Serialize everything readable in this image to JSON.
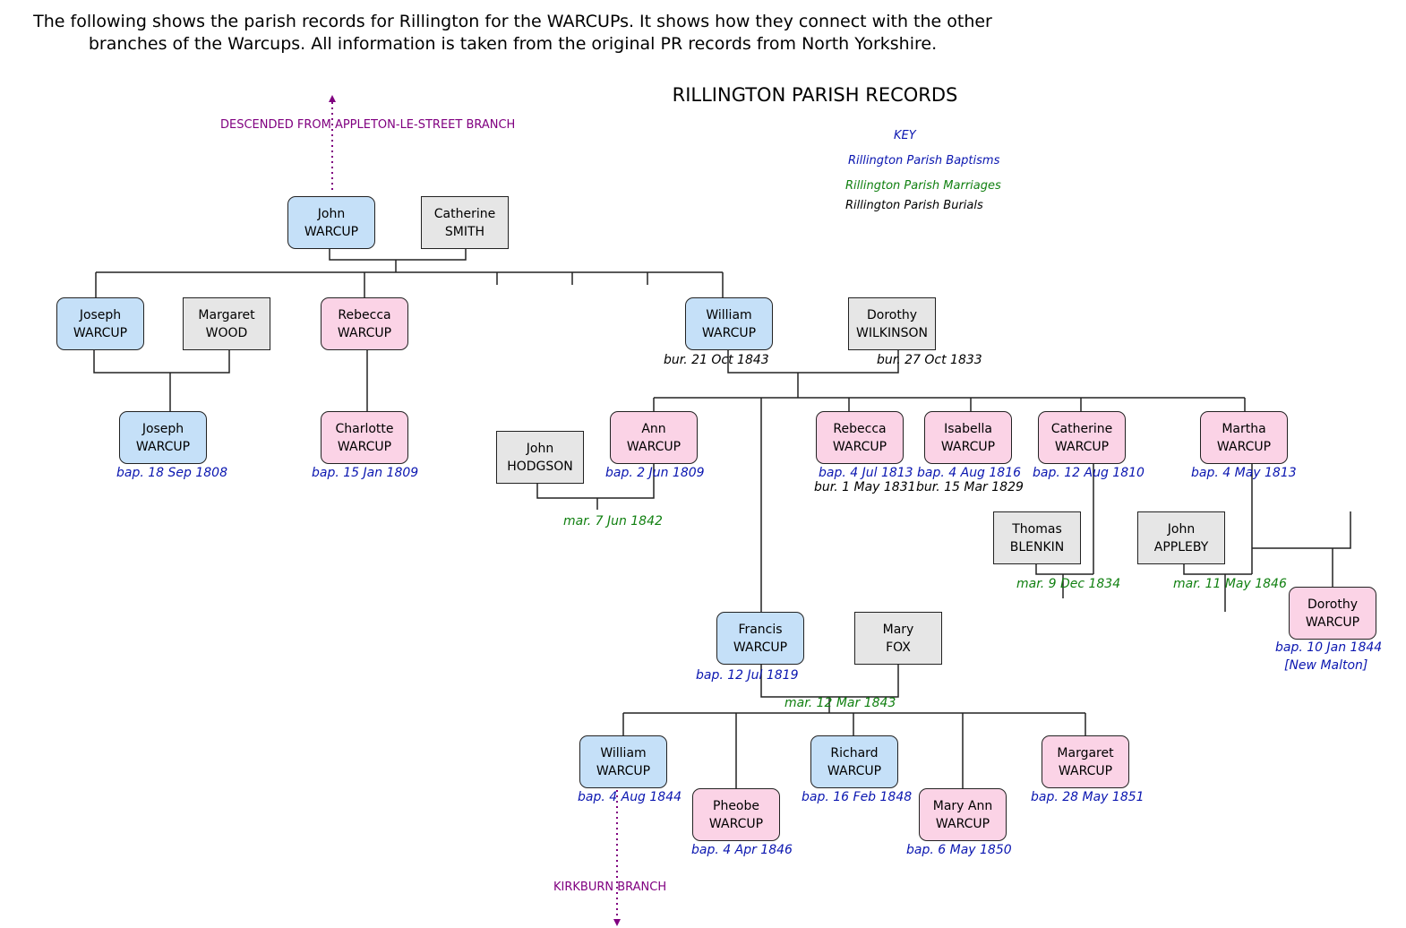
{
  "intro": "The following shows the parish records for Rillington for the WARCUPs. It shows how they connect with the other branches of the Warcups. All information is taken from the original PR records from North Yorkshire.",
  "title": "RILLINGTON PARISH RECORDS",
  "branch_top": "DESCENDED FROM APPLETON-LE-STREET BRANCH",
  "branch_bottom": "KIRKBURN BRANCH",
  "key": {
    "heading": "KEY",
    "baptisms": "Rillington Parish Baptisms",
    "marriages": "Rillington Parish Marriages",
    "burials": "Rillington Parish Burials"
  },
  "colors": {
    "male": "#c5e0f8",
    "female": "#fbd3e6",
    "spouse": "#e6e6e6",
    "baptism": "#0a16b0",
    "marriage": "#118011",
    "burial": "#000000",
    "branch": "#800080"
  },
  "people": {
    "john_warcup": {
      "first": "John",
      "last": "WARCUP"
    },
    "catherine_smith": {
      "first": "Catherine",
      "last": "SMITH"
    },
    "joseph_warcup": {
      "first": "Joseph",
      "last": "WARCUP"
    },
    "margaret_wood": {
      "first": "Margaret",
      "last": "WOOD"
    },
    "rebecca_warcup": {
      "first": "Rebecca",
      "last": "WARCUP"
    },
    "william_warcup": {
      "first": "William",
      "last": "WARCUP"
    },
    "dorothy_wilkinson": {
      "first": "Dorothy",
      "last": "WILKINSON"
    },
    "joseph_warcup_jr": {
      "first": "Joseph",
      "last": "WARCUP"
    },
    "charlotte_warcup": {
      "first": "Charlotte",
      "last": "WARCUP"
    },
    "john_hodgson": {
      "first": "John",
      "last": "HODGSON"
    },
    "ann_warcup": {
      "first": "Ann",
      "last": "WARCUP"
    },
    "rebecca_warcup_2": {
      "first": "Rebecca",
      "last": "WARCUP"
    },
    "isabella_warcup": {
      "first": "Isabella",
      "last": "WARCUP"
    },
    "catherine_warcup": {
      "first": "Catherine",
      "last": "WARCUP"
    },
    "martha_warcup": {
      "first": "Martha",
      "last": "WARCUP"
    },
    "thomas_blenkin": {
      "first": "Thomas",
      "last": "BLENKIN"
    },
    "john_appleby": {
      "first": "John",
      "last": "APPLEBY"
    },
    "dorothy_warcup": {
      "first": "Dorothy",
      "last": "WARCUP"
    },
    "francis_warcup": {
      "first": "Francis",
      "last": "WARCUP"
    },
    "mary_fox": {
      "first": "Mary",
      "last": "FOX"
    },
    "william_warcup_2": {
      "first": "William",
      "last": "WARCUP"
    },
    "pheobe_warcup": {
      "first": "Pheobe",
      "last": "WARCUP"
    },
    "richard_warcup": {
      "first": "Richard",
      "last": "WARCUP"
    },
    "mary_ann_warcup": {
      "first": "Mary Ann",
      "last": "WARCUP"
    },
    "margaret_warcup": {
      "first": "Margaret",
      "last": "WARCUP"
    }
  },
  "events": {
    "william_bur": "bur. 21 Oct 1843",
    "dorothy_wilkinson_bur": "bur. 27 Oct 1833",
    "joseph_bap": "bap. 18 Sep 1808",
    "charlotte_bap": "bap. 15 Jan 1809",
    "ann_bap": "bap. 2 Jun 1809",
    "ann_mar": "mar. 7 Jun 1842",
    "rebecca_bap": "bap. 4 Jul 1813",
    "rebecca_bur": "bur. 1 May 1831",
    "isabella_bap": "bap. 4 Aug 1816",
    "isabella_bur": "bur. 15 Mar 1829",
    "catherine_bap": "bap. 12 Aug 1810",
    "martha_bap": "bap. 4 May 1813",
    "catherine_mar": "mar. 9 Dec 1834",
    "martha_mar": "mar. 11 May 1846",
    "dorothy_bap": "bap. 10 Jan 1844",
    "dorothy_place": "[New Malton]",
    "francis_bap": "bap. 12 Jul 1819",
    "francis_mar": "mar. 12 Mar 1843",
    "william2_bap": "bap. 4 Aug 1844",
    "pheobe_bap": "bap. 4 Apr 1846",
    "richard_bap": "bap. 16 Feb 1848",
    "maryann_bap": "bap. 6 May 1850",
    "margaret_bap": "bap. 28 May 1851"
  }
}
